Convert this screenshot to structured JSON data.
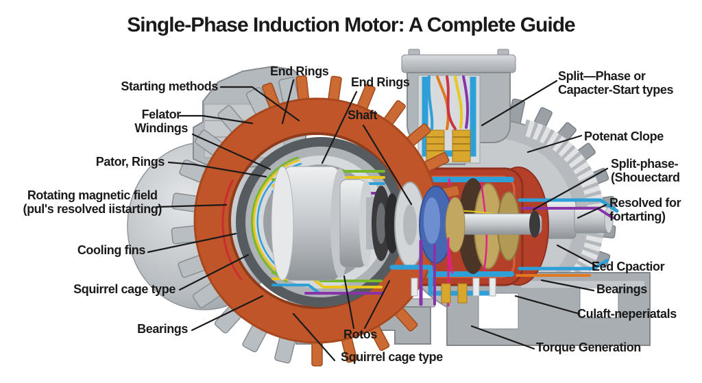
{
  "title": "Single-Phase Induction Motor: A Complete Guide",
  "diagram": {
    "labels": {
      "starting_methods": "Starting methods",
      "end_rings_left": "End Rings",
      "end_rings_center": "End Rings",
      "shaft": "Shaft",
      "felator_windings": "Felator\nWindings",
      "pator_rings": "Pator, Rings",
      "rotating_magnetic_field": "Rotating magnetic field\n(pul's resolved iistarting)",
      "cooling_fins": "Cooling fins",
      "squirrel_cage_left": "Squirrel cage type",
      "bearings_left": "Bearings",
      "split_phase_types": "Split—Phase or\nCapacter-Start types",
      "potenat_clope": "Potenat Clope",
      "split_phase_shouectard": "Split-phase-\n(Shouectard",
      "resolved_fortarting": "Resolved for\nfortarting)",
      "eed_cpactior": "Eed Cpactior",
      "bearings_right": "Bearings",
      "culaft_neperiatals": "Culaft-neperiatals",
      "torque_generation": "Torque Generation",
      "rotos": "Rotos",
      "squirrel_cage_bottom": "Squirrel cage type"
    },
    "colors": {
      "label_text": "#1a1a1a",
      "leader_line": "#1a1a1a",
      "background": "#ffffff",
      "stator_orange": "#c0552a",
      "rotor_red": "#b5402a",
      "wire_blue": "#2f9fd8",
      "wire_green": "#76b82a",
      "wire_yellow": "#e8c71f",
      "wire_purple": "#8833aa",
      "wire_orange": "#e07820",
      "wire_magenta": "#e0218a",
      "disc_blue": "#4668b2",
      "disc_gold": "#c2a760"
    }
  }
}
